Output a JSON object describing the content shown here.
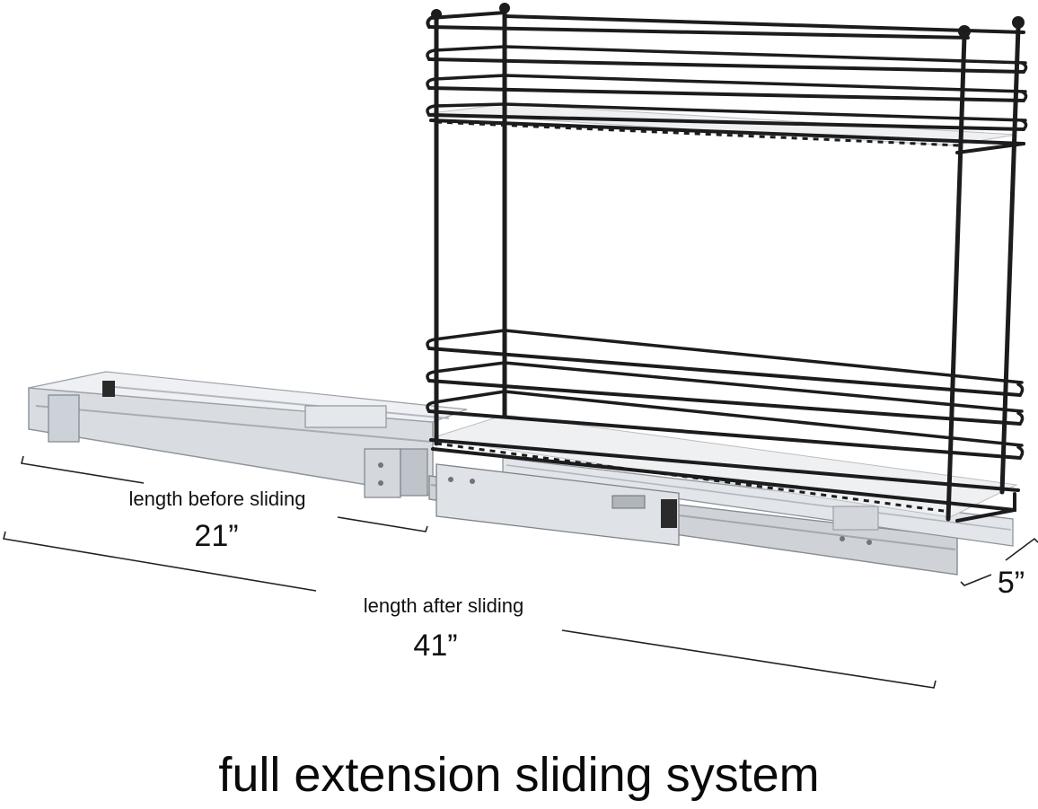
{
  "labels": {
    "length_before_label": "length before sliding",
    "length_before_value": "21”",
    "length_after_label": "length after sliding",
    "length_after_value": "41”",
    "depth_value": "5”",
    "caption": "full extension sliding system"
  },
  "colors": {
    "wire": "#1c1c1c",
    "rail_light": "#e3e6ea",
    "rail_mid": "#c4c9cf",
    "rail_dark": "#8f959c",
    "shelf_panel": "#f1f2f4",
    "dimension_line": "#222222"
  }
}
